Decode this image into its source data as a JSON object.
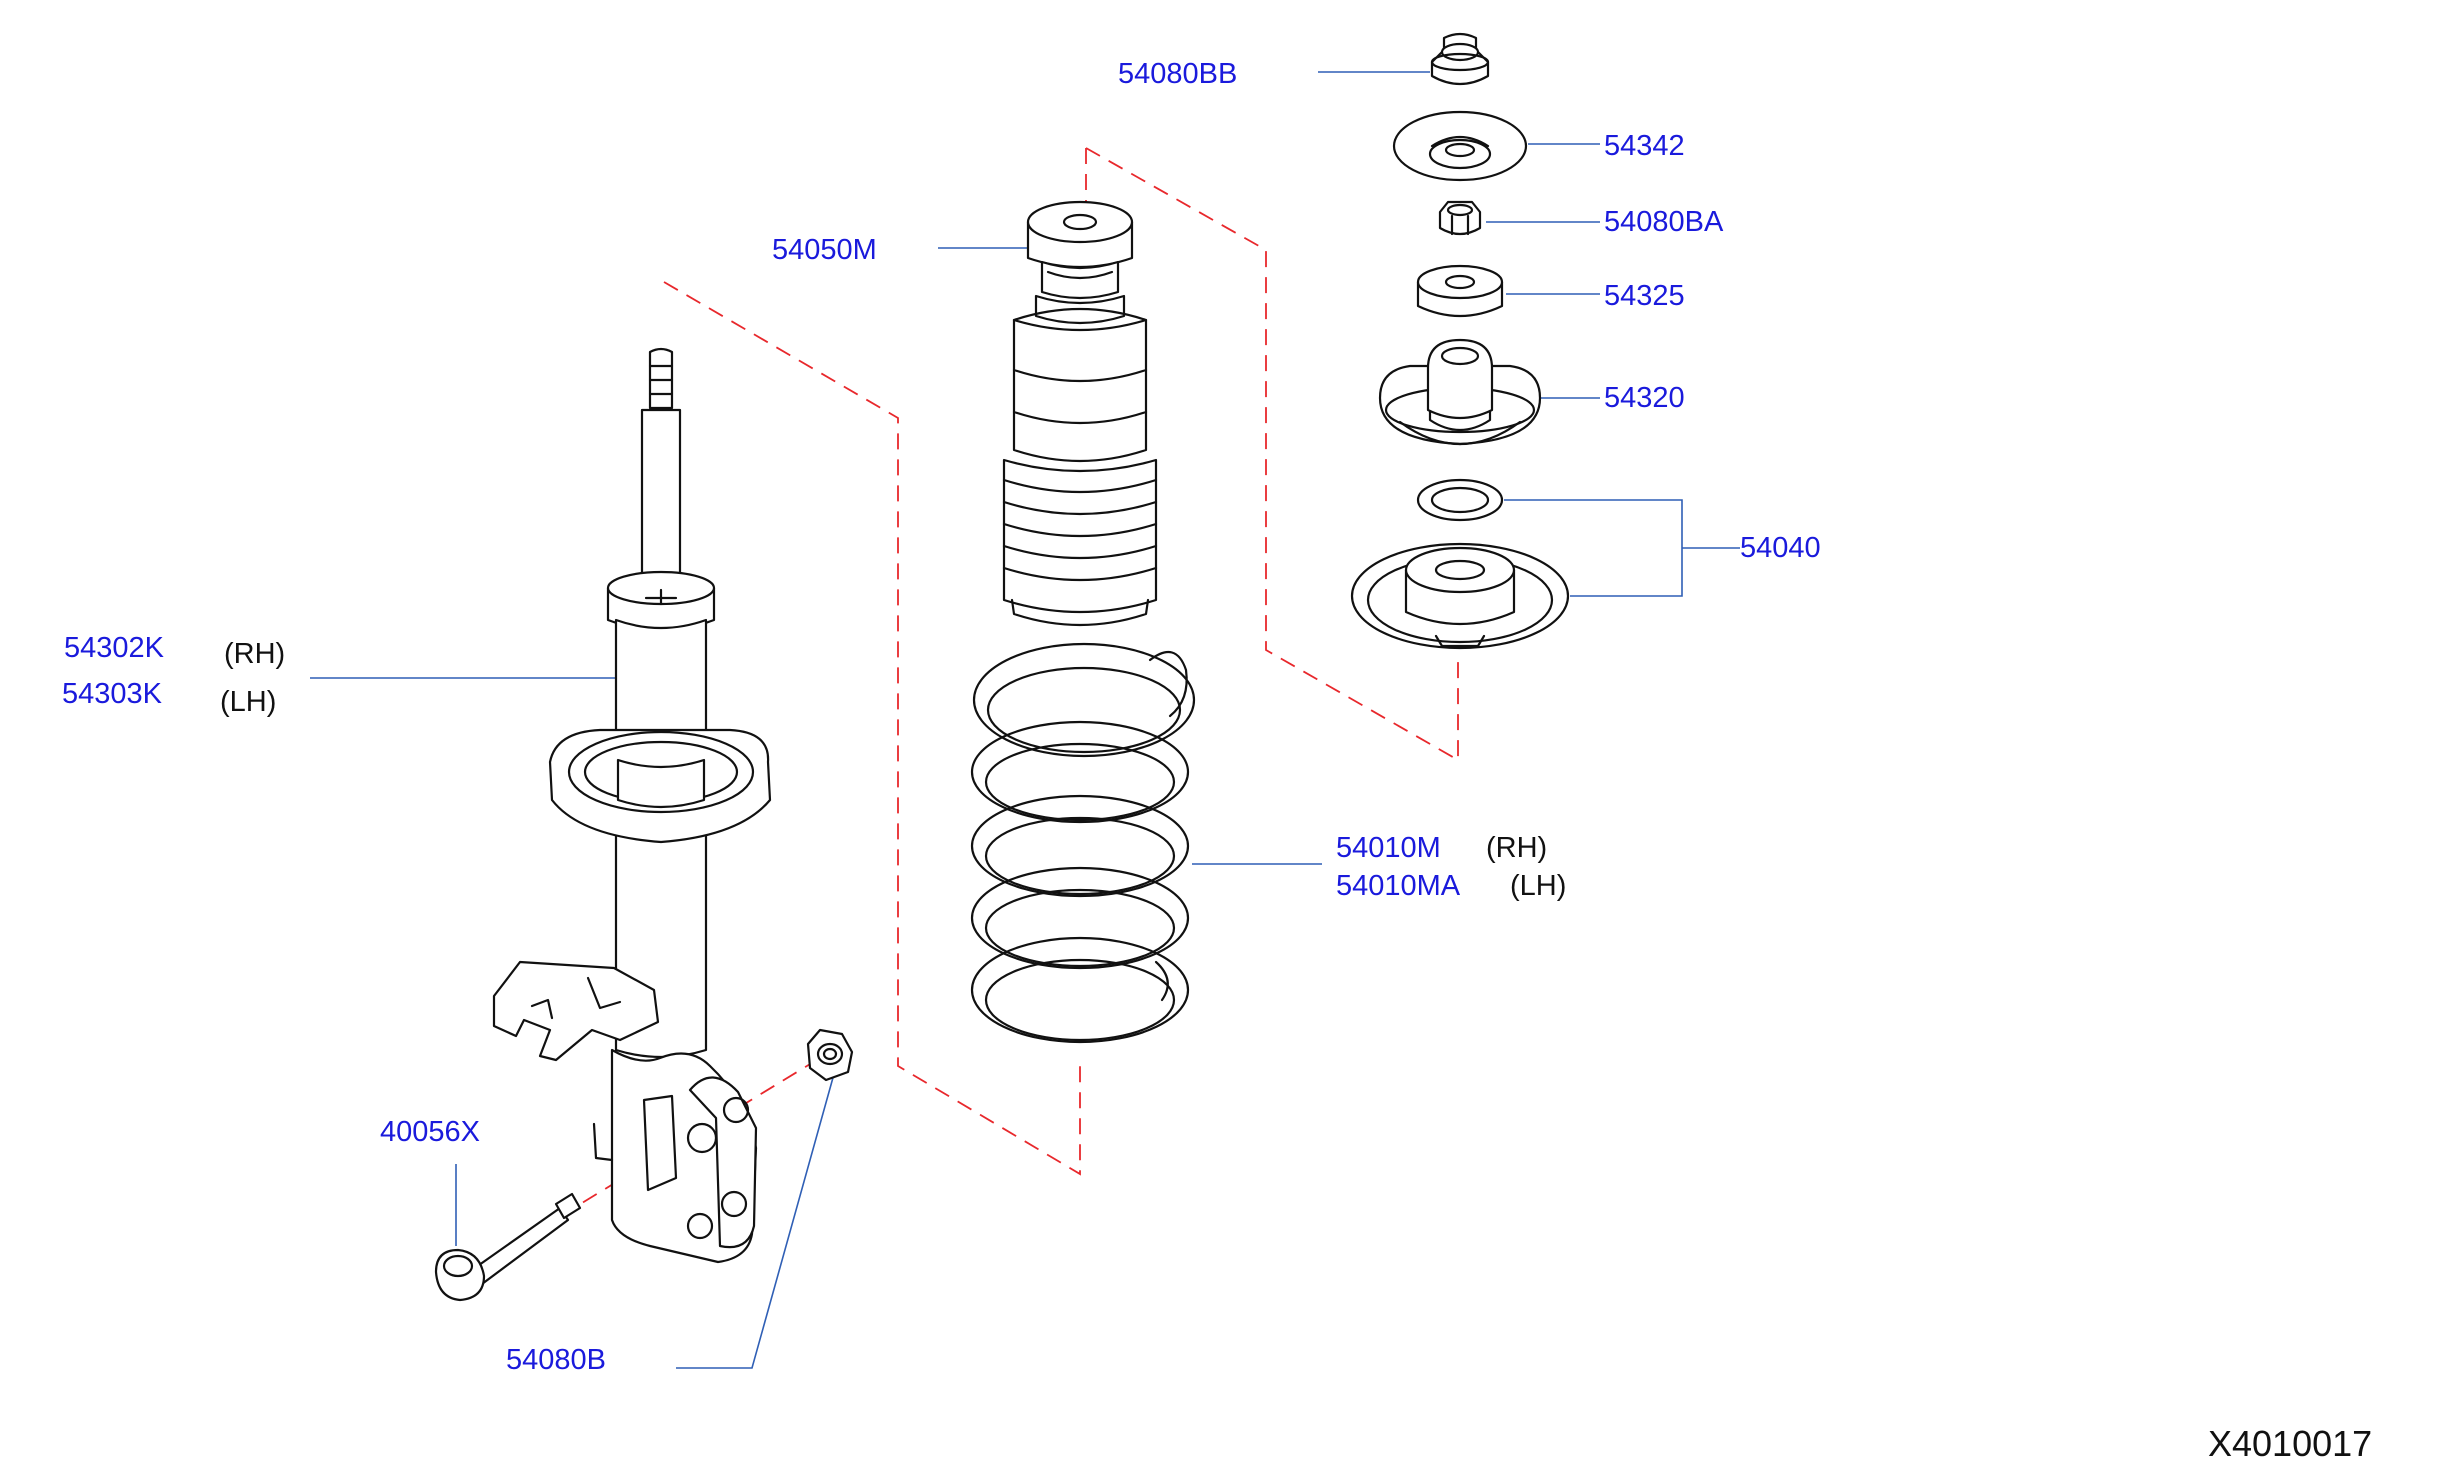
{
  "colors": {
    "part_number": "#1a1adc",
    "leader_line": "#2f5fb5",
    "phantom_line": "#e8282c",
    "outline": "#111111",
    "side_text": "#111111",
    "background": "#ffffff"
  },
  "labels": {
    "p54080bb": "54080BB",
    "p54342": "54342",
    "p54080ba": "54080BA",
    "p54325": "54325",
    "p54050m": "54050M",
    "p54320": "54320",
    "p54040": "54040",
    "p54302k": "54302K",
    "p54303k": "54303K",
    "p54010m": "54010M",
    "p54010ma": "54010MA",
    "p40056x": "40056X",
    "p54080b": "54080B"
  },
  "sides": {
    "rh": "(RH)",
    "lh": "(LH)"
  },
  "figure_code": "X4010017"
}
